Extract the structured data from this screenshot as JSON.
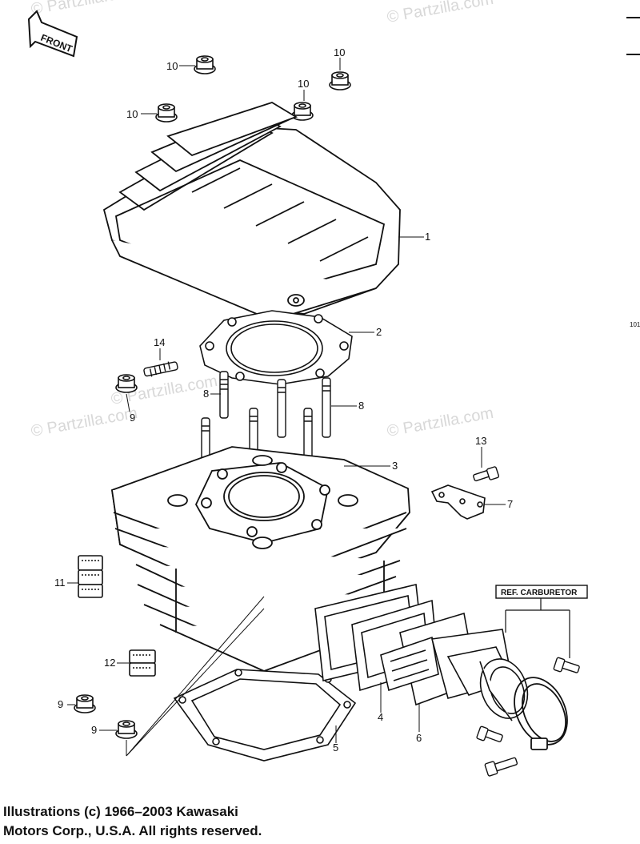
{
  "watermarks": [
    "© Partzilla.com",
    "© Partzilla.com",
    "© Partzilla.com",
    "© Partzilla.com",
    "© Partzilla.com"
  ],
  "front_label": "FRONT",
  "ref_label": "REF. CARBURETOR",
  "page_code": "101",
  "callouts": [
    {
      "id": "c1",
      "text": "1"
    },
    {
      "id": "c2",
      "text": "2"
    },
    {
      "id": "c3",
      "text": "3"
    },
    {
      "id": "c4",
      "text": "4"
    },
    {
      "id": "c5",
      "text": "5"
    },
    {
      "id": "c6",
      "text": "6"
    },
    {
      "id": "c7",
      "text": "7"
    },
    {
      "id": "c8a",
      "text": "8"
    },
    {
      "id": "c8b",
      "text": "8"
    },
    {
      "id": "c9a",
      "text": "9"
    },
    {
      "id": "c9b",
      "text": "9"
    },
    {
      "id": "c9c",
      "text": "9"
    },
    {
      "id": "c10a",
      "text": "10"
    },
    {
      "id": "c10b",
      "text": "10"
    },
    {
      "id": "c10c",
      "text": "10"
    },
    {
      "id": "c10d",
      "text": "10"
    },
    {
      "id": "c11",
      "text": "11"
    },
    {
      "id": "c12",
      "text": "12"
    },
    {
      "id": "c13",
      "text": "13"
    },
    {
      "id": "c14",
      "text": "14"
    }
  ],
  "footer": {
    "line1": "Illustrations (c) 1966–2003 Kawasaki",
    "line2": "Motors Corp., U.S.A.  All rights reserved."
  }
}
